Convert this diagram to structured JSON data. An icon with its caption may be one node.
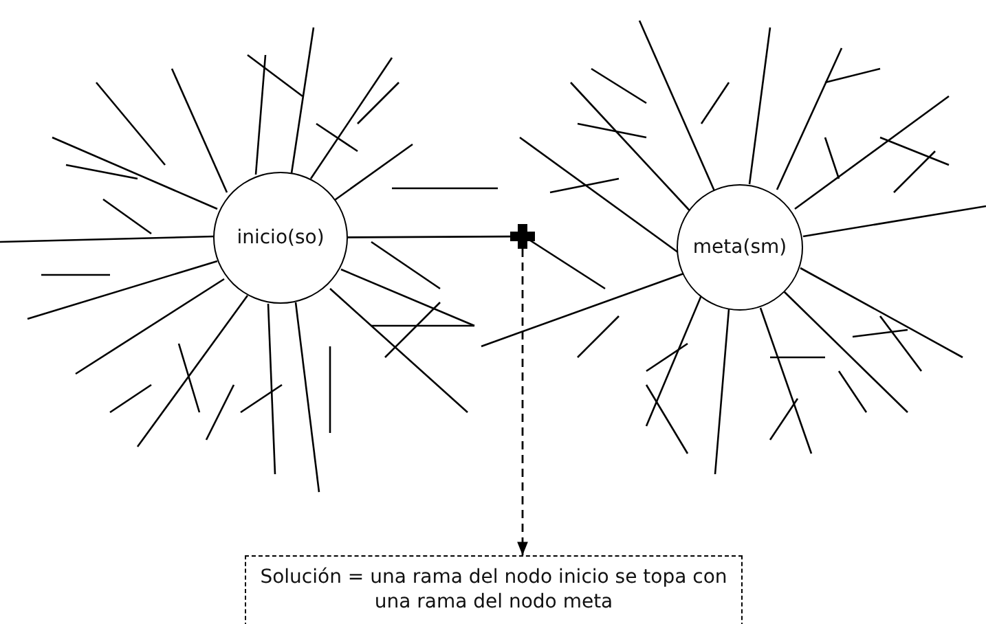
{
  "diagram": {
    "nodes": [
      {
        "text": [
          "inicio(so)"
        ]
      },
      {
        "text": [
          "meta(sm)"
        ]
      },
      {
        "text": [],
        "shape": "cross"
      },
      {
        "text": [
          "Solución = una rama del nodo inicio se topa con una rama del nodo meta"
        ]
      }
    ],
    "edges": [
      {
        "from": 0,
        "to": 2,
        "arrow": "none"
      },
      {
        "from": 2,
        "to": 3,
        "arrow": "to",
        "style": "dashed"
      }
    ]
  }
}
